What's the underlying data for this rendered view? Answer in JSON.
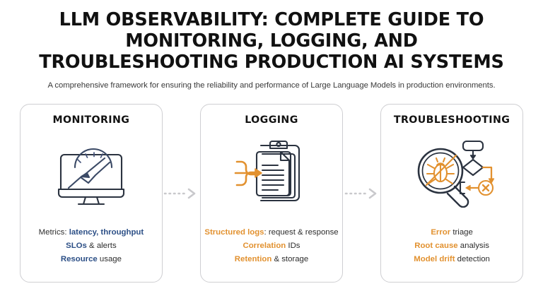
{
  "header": {
    "title": "LLM OBSERVABILITY: COMPLETE GUIDE TO MONITORING, LOGGING, AND TROUBLESHOOTING PRODUCTION AI SYSTEMS",
    "subtitle": "A comprehensive framework for ensuring the reliability and performance of Large Language Models in production environments."
  },
  "colors": {
    "background": "#ffffff",
    "title": "#111111",
    "subtitle": "#3a3a3a",
    "card_border": "#cfcfd2",
    "accent_blue": "#2c4f86",
    "accent_orange": "#e2912f",
    "icon_dark": "#2b3340",
    "connector": "#c9c9cc"
  },
  "cards": [
    {
      "title": "MONITORING",
      "icon": "monitor-gauge-icon",
      "accent": "blue",
      "lines": [
        {
          "prefix": "Metrics: ",
          "highlight": "latency, throughput",
          "suffix": ""
        },
        {
          "prefix": "",
          "highlight": "SLOs",
          "suffix": " & alerts"
        },
        {
          "prefix": "",
          "highlight": "Resource",
          "suffix": " usage"
        }
      ]
    },
    {
      "title": "LOGGING",
      "icon": "clipboard-documents-icon",
      "accent": "orange",
      "lines": [
        {
          "prefix": "",
          "highlight": "Structured logs",
          "suffix": ": request & response"
        },
        {
          "prefix": "",
          "highlight": "Correlation",
          "suffix": " IDs"
        },
        {
          "prefix": "",
          "highlight": "Retention",
          "suffix": " & storage"
        }
      ]
    },
    {
      "title": "TROUBLESHOOTING",
      "icon": "magnifier-bug-flowchart-icon",
      "accent": "orange",
      "lines": [
        {
          "prefix": "",
          "highlight": "Error",
          "suffix": " triage"
        },
        {
          "prefix": "",
          "highlight": "Root cause",
          "suffix": " analysis"
        },
        {
          "prefix": "",
          "highlight": "Model drift",
          "suffix": " detection"
        }
      ]
    }
  ],
  "connectors": [
    {
      "name": "arrow-monitoring-to-logging"
    },
    {
      "name": "arrow-logging-to-troubleshooting"
    }
  ]
}
